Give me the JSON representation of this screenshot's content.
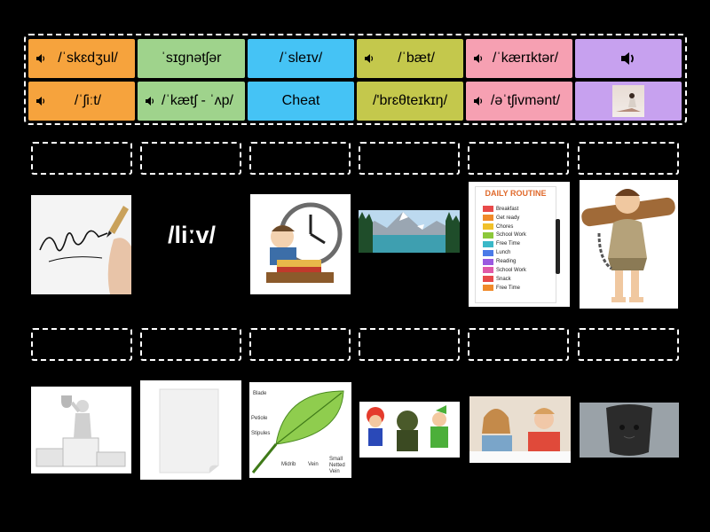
{
  "tiles": [
    {
      "label": "/ˈskɛdʒul/",
      "speaker": true,
      "color": "#f6a33d"
    },
    {
      "label": "ˈsɪgnətʃər",
      "speaker": false,
      "color": "#9fd38c"
    },
    {
      "label": "/ˈsleɪv/",
      "speaker": false,
      "color": "#45c3f5"
    },
    {
      "label": "/ˈbæt/",
      "speaker": true,
      "color": "#c4c84c"
    },
    {
      "label": "/ˈkærɪktər/",
      "speaker": true,
      "color": "#f6a0b2"
    },
    {
      "label": "",
      "speaker": true,
      "color": "#c7a1ef"
    },
    {
      "label": "/ˈʃiːt/",
      "speaker": true,
      "color": "#f6a33d"
    },
    {
      "label": "/ˈkætʃ - ˈʌp/",
      "speaker": true,
      "color": "#9fd38c"
    },
    {
      "label": "Cheat",
      "speaker": false,
      "color": "#45c3f5"
    },
    {
      "label": "/'brɛθteɪkɪŋ/",
      "speaker": false,
      "color": "#c4c84c"
    },
    {
      "label": "/əˈtʃivmənt/",
      "speaker": true,
      "color": "#f6a0b2"
    },
    {
      "label": "",
      "speaker": false,
      "color": "#c7a1ef"
    }
  ],
  "row1_text_card": "/liːv/",
  "daily_routine": {
    "title": "DAILY ROUTINE",
    "items": [
      "Breakfast",
      "Get ready",
      "Chores",
      "School Work",
      "Free Time",
      "Lunch",
      "Reading",
      "School Work",
      "Snack",
      "Free Time"
    ]
  },
  "leaf_labels": {
    "blade": "Blade",
    "petiole": "Petiole",
    "stipules": "Stipules",
    "midrib": "Midrib",
    "vein": "Vein",
    "small_vein": "Small Netted Vein"
  }
}
